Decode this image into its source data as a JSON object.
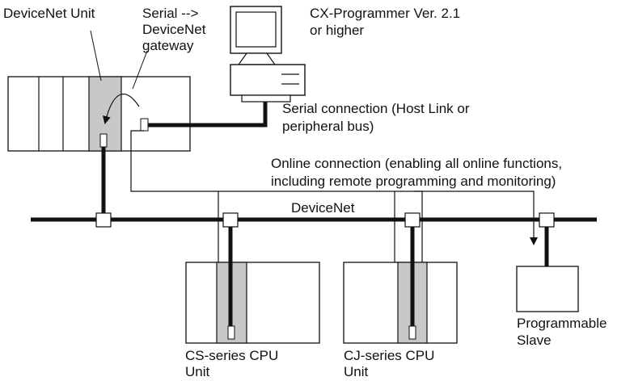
{
  "labels": {
    "devicenet_unit": "DeviceNet Unit",
    "gateway_line1": "Serial -->",
    "gateway_line2": "DeviceNet",
    "gateway_line3": "gateway",
    "cx_line1": "CX-Programmer Ver. 2.1",
    "cx_line2": "or higher",
    "serial_line1": "Serial connection (Host Link or",
    "serial_line2": "peripheral bus)",
    "online_line1": "Online connection (enabling all online functions,",
    "online_line2": "including remote programming and monitoring)",
    "devicenet": "DeviceNet",
    "cs_line1": "CS-series CPU",
    "cs_line2": "Unit",
    "cj_line1": "CJ-series CPU",
    "cj_line2": "Unit",
    "slave_line1": "Programmable",
    "slave_line2": "Slave"
  },
  "colors": {
    "line": "#111111",
    "unit_fill": "#c8c8c8",
    "background": "#ffffff"
  },
  "icons": [
    "computer-icon",
    "plc-rack",
    "connector"
  ]
}
